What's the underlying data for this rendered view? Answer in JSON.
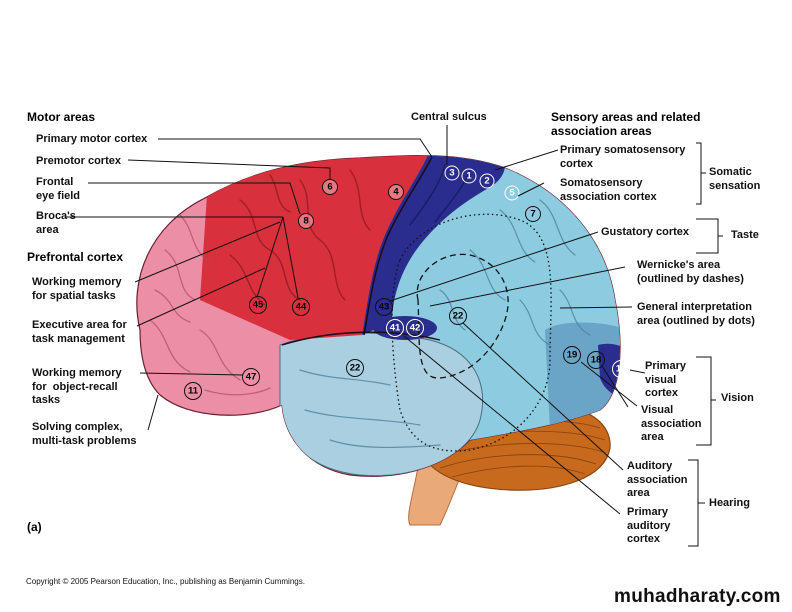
{
  "headers": {
    "motor_areas": "Motor areas",
    "prefrontal_cortex": "Prefrontal cortex",
    "central_sulcus": "Central sulcus",
    "sensory_areas": "Sensory areas and related\nassociation areas"
  },
  "left_labels": {
    "primary_motor": "Primary motor cortex",
    "premotor": "Premotor cortex",
    "frontal_eye_field": "Frontal\neye field",
    "brocas_area": "Broca's\narea",
    "working_memory_spatial": "Working memory\nfor spatial tasks",
    "executive_area": "Executive area for\ntask management",
    "working_memory_object": "Working memory\nfor  object-recall\ntasks",
    "solving_complex": "Solving complex,\nmulti-task problems"
  },
  "right_labels": {
    "primary_somatosensory": "Primary somatosensory\ncortex",
    "somatosensory_association": "Somatosensory\nassociation cortex",
    "gustatory": "Gustatory cortex",
    "wernickes": "Wernicke's area\n(outlined by dashes)",
    "general_interpretation": "General interpretation\narea (outlined by dots)",
    "primary_visual": "Primary\nvisual\ncortex",
    "visual_association": "Visual\nassociation\narea",
    "auditory_association": "Auditory\nassociation\narea",
    "primary_auditory": "Primary\nauditory\ncortex"
  },
  "group_labels": {
    "somatic_sensation": "Somatic\nsensation",
    "taste": "Taste",
    "vision": "Vision",
    "hearing": "Hearing"
  },
  "area_numbers": [
    "1",
    "2",
    "3",
    "4",
    "5",
    "6",
    "7",
    "8",
    "11",
    "17",
    "18",
    "19",
    "22",
    "22",
    "41",
    "42",
    "43",
    "44",
    "45",
    "47"
  ],
  "panel_label": "(a)",
  "copyright": "Copyright © 2005 Pearson Education, Inc., publishing as Benjamin Cummings.",
  "watermark": "muhadharaty.com",
  "colors": {
    "motor": "#d8303c",
    "prefrontal": "#ec8ea6",
    "primary_somatosensory": "#2a2c8e",
    "sensory_association": "#8ccbe0",
    "temporal": "#a9cfe0",
    "cerebellum": "#c86a1e",
    "brainstem": "#eaa978"
  }
}
